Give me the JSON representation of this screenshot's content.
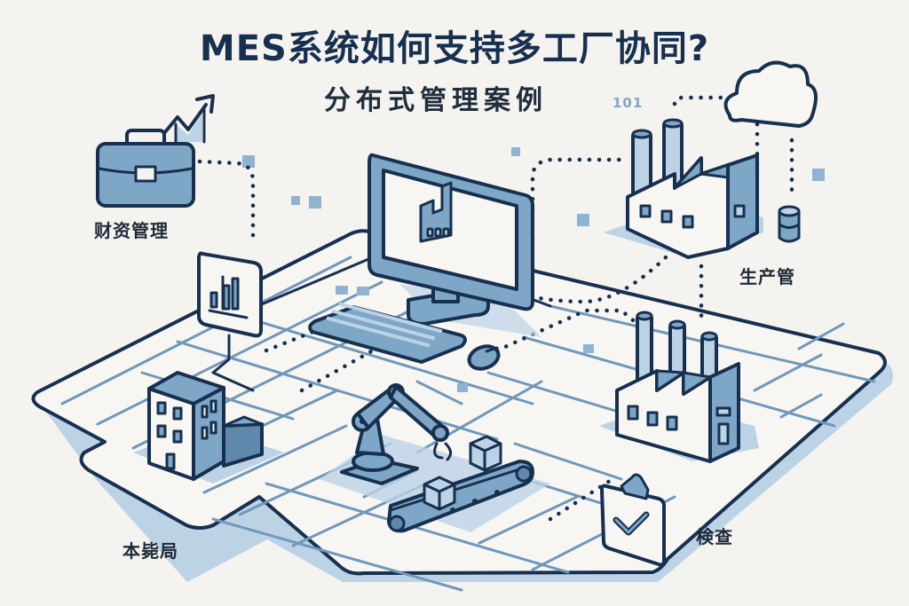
{
  "header": {
    "title": "MES系统如何支持多工厂协同?",
    "subtitle": "分布式管理案例"
  },
  "decorations": {
    "binary_text": "101"
  },
  "nodes": {
    "finance": {
      "label": "财资管理",
      "icon": "briefcase-icon"
    },
    "production": {
      "label": "生产管",
      "icon": "factory-icon"
    },
    "headquarters": {
      "label": "本毙局",
      "icon": "office-building-icon"
    },
    "inspection": {
      "label": "検查",
      "icon": "clipboard-check-icon"
    },
    "central": {
      "icon": "monitor-icon"
    },
    "cloud": {
      "icon": "cloud-icon"
    },
    "database": {
      "icon": "database-icon"
    },
    "robot": {
      "icon": "robot-arm-icon"
    },
    "analytics": {
      "icon": "bar-chart-icon"
    },
    "growth": {
      "icon": "trend-up-arrow-icon"
    }
  },
  "colors": {
    "background": "#f5f3ef",
    "outline": "#17304f",
    "primary_fill": "#7ea6c6",
    "light_fill": "#bcd3e6",
    "mid_fill": "#5f88ad",
    "grid_line": "#6f98bb"
  }
}
